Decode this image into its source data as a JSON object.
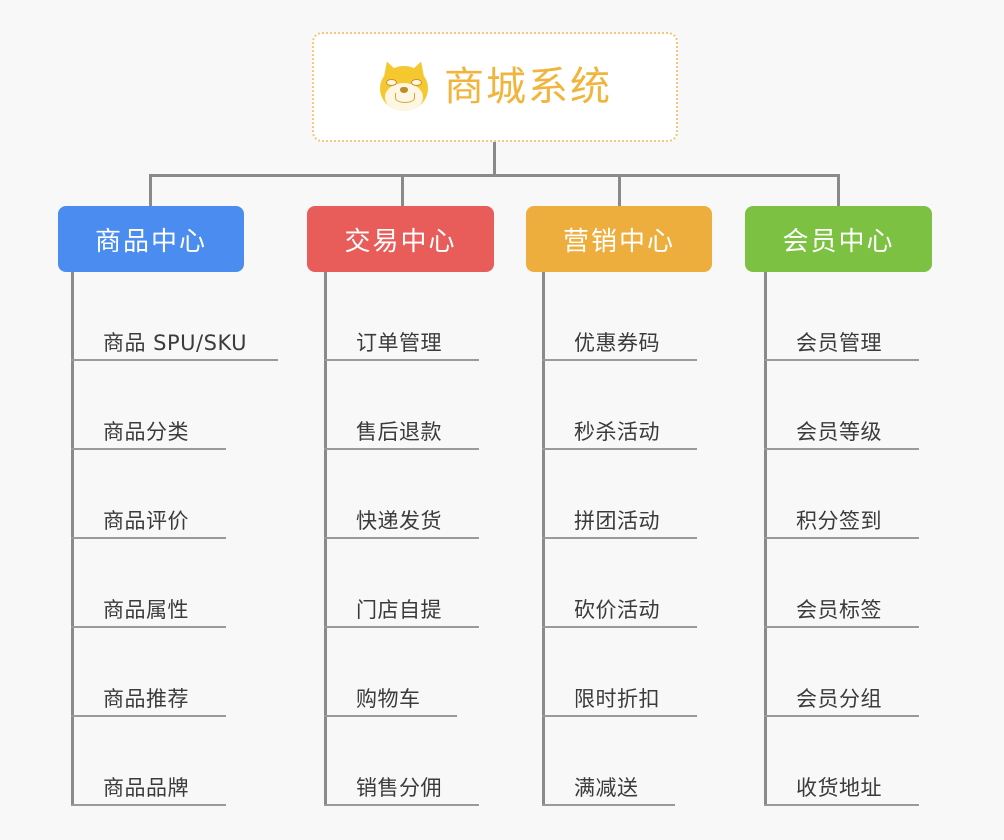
{
  "page": {
    "background_color": "#f8f8f8",
    "line_color": "#8a8a8a",
    "underline_color": "#9a9a9a"
  },
  "root": {
    "title": "商城系统",
    "icon": "dog-face-emoji",
    "text_color": "#f1b43c",
    "border_color": "#f3c77a",
    "background_color": "#ffffff"
  },
  "branches": [
    {
      "label": "商品中心",
      "color": "#4a8cf0",
      "items": [
        "商品 SPU/SKU",
        "商品分类",
        "商品评价",
        "商品属性",
        "商品推荐",
        "商品品牌"
      ]
    },
    {
      "label": "交易中心",
      "color": "#e85d5a",
      "items": [
        "订单管理",
        "售后退款",
        "快递发货",
        "门店自提",
        "购物车",
        "销售分佣"
      ]
    },
    {
      "label": "营销中心",
      "color": "#eeae3d",
      "items": [
        "优惠券码",
        "秒杀活动",
        "拼团活动",
        "砍价活动",
        "限时折扣",
        "满减送"
      ]
    },
    {
      "label": "会员中心",
      "color": "#7cc142",
      "items": [
        "会员管理",
        "会员等级",
        "积分签到",
        "会员标签",
        "会员分组",
        "收货地址"
      ]
    }
  ]
}
